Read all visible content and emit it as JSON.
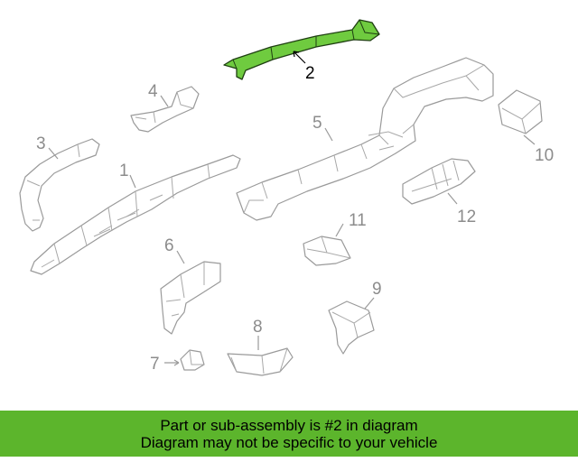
{
  "diagram": {
    "highlight_color": "#6fcb3f",
    "highlighted_part": "2",
    "callouts": {
      "c1": "1",
      "c2": "2",
      "c3": "3",
      "c4": "4",
      "c5": "5",
      "c6": "6",
      "c7": "7",
      "c8": "8",
      "c9": "9",
      "c10": "10",
      "c11": "11",
      "c12": "12"
    }
  },
  "banner": {
    "color": "#5cb52c",
    "line1": "Part or sub-assembly is #2 in diagram",
    "line2": "Diagram may not be specific to your vehicle"
  }
}
